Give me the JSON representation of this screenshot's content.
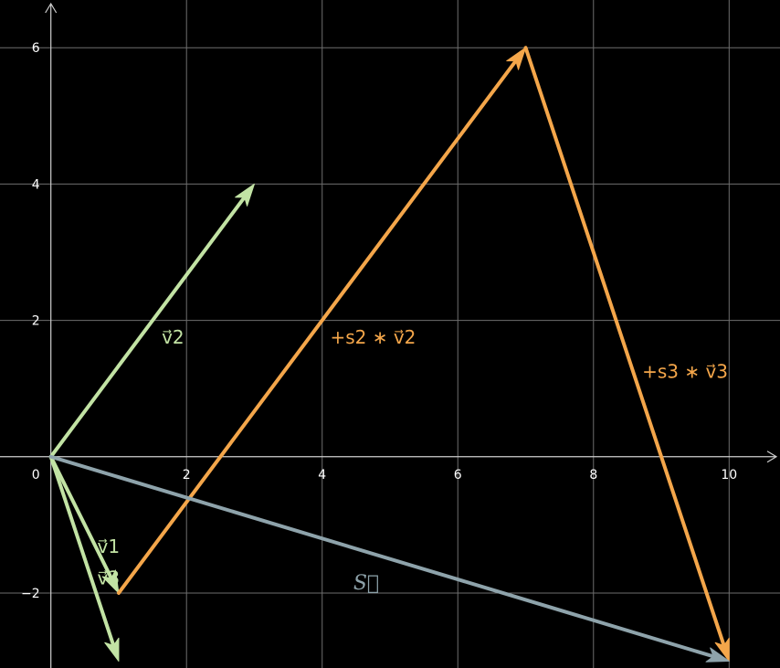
{
  "colors": {
    "background": "#000000",
    "grid": "#6e6e6e",
    "axis": "#cfcfcf",
    "tick_text": "#ffffff",
    "green": "#c2e3a4",
    "orange": "#f4a64a",
    "steel": "#8ea3ab"
  },
  "axes": {
    "x_range": [
      -0.75,
      10.75
    ],
    "y_range": [
      -3.1,
      6.7
    ],
    "x_ticks": [
      2,
      4,
      6,
      8,
      10
    ],
    "y_ticks": [
      -2,
      2,
      4,
      6
    ],
    "x_tick_labels": [
      "2",
      "4",
      "6",
      "8",
      "10"
    ],
    "y_tick_labels": [
      "−2",
      "2",
      "4",
      "6"
    ],
    "origin_label": "0",
    "grid": true
  },
  "vectors": [
    {
      "id": "v1",
      "from": [
        0,
        0
      ],
      "to": [
        1,
        -2
      ],
      "color": "green",
      "label": "v⃗1",
      "label_at": [
        0.85,
        -1.32
      ]
    },
    {
      "id": "v2",
      "from": [
        0,
        0
      ],
      "to": [
        3,
        4
      ],
      "color": "green",
      "label": "v⃗2",
      "label_at": [
        1.8,
        1.75
      ]
    },
    {
      "id": "v3",
      "from": [
        0,
        0
      ],
      "to": [
        1,
        -3
      ],
      "color": "green",
      "label": "v⃗3",
      "label_at": [
        0.85,
        -1.78
      ]
    },
    {
      "id": "s2v2",
      "from": [
        1,
        -2
      ],
      "to": [
        7,
        6
      ],
      "color": "orange",
      "label": "+s2 ∗ v⃗2",
      "label_at": [
        4.75,
        1.75
      ]
    },
    {
      "id": "s3v3",
      "from": [
        7,
        6
      ],
      "to": [
        10,
        -3
      ],
      "color": "orange",
      "label": "+s3 ∗ v⃗3",
      "label_at": [
        9.35,
        1.25
      ]
    },
    {
      "id": "S",
      "from": [
        0,
        0
      ],
      "to": [
        10,
        -3
      ],
      "color": "steel",
      "label": "S⃗",
      "label_at": [
        4.65,
        -1.85
      ],
      "italic": true
    }
  ]
}
